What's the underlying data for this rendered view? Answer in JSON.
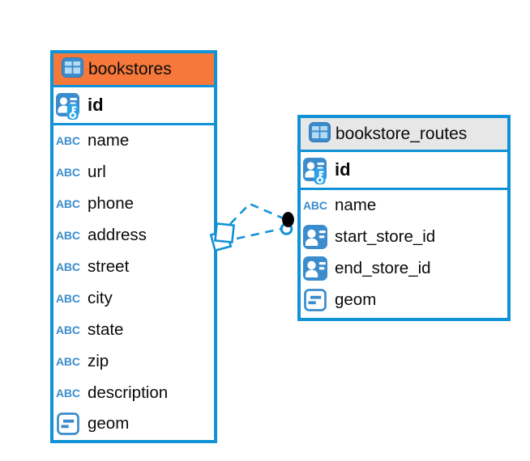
{
  "diagram": {
    "icon_glyphs": {
      "text": "ABC"
    },
    "colors": {
      "table_border": "#1292d6",
      "bookstores_header": "#f6793b",
      "routes_header": "#e7e7e7",
      "icon_blue": "#3b8ccd",
      "icon_key_panel": "#2aa3e9",
      "relationship_line": "#1292d6",
      "endpoint_dot": "#000000"
    },
    "tables": [
      {
        "name": "bookstores",
        "header_color": "#f6793b",
        "header_icon": "table",
        "columns": [
          {
            "name": "id",
            "icon": "primary-key",
            "primary": true
          },
          {
            "name": "name",
            "icon": "text"
          },
          {
            "name": "url",
            "icon": "text"
          },
          {
            "name": "phone",
            "icon": "text"
          },
          {
            "name": "address",
            "icon": "text"
          },
          {
            "name": "street",
            "icon": "text"
          },
          {
            "name": "city",
            "icon": "text"
          },
          {
            "name": "state",
            "icon": "text"
          },
          {
            "name": "zip",
            "icon": "text"
          },
          {
            "name": "description",
            "icon": "text"
          },
          {
            "name": "geom",
            "icon": "geometry"
          }
        ]
      },
      {
        "name": "bookstore_routes",
        "header_color": "#e7e7e7",
        "header_icon": "table",
        "columns": [
          {
            "name": "id",
            "icon": "primary-key",
            "primary": true
          },
          {
            "name": "name",
            "icon": "text"
          },
          {
            "name": "start_store_id",
            "icon": "foreign-key"
          },
          {
            "name": "end_store_id",
            "icon": "foreign-key"
          },
          {
            "name": "geom",
            "icon": "geometry"
          }
        ]
      }
    ],
    "relationships": [
      {
        "from_table": "bookstores",
        "to_table": "bookstore_routes",
        "style": "dashed",
        "lines": 2
      }
    ]
  }
}
